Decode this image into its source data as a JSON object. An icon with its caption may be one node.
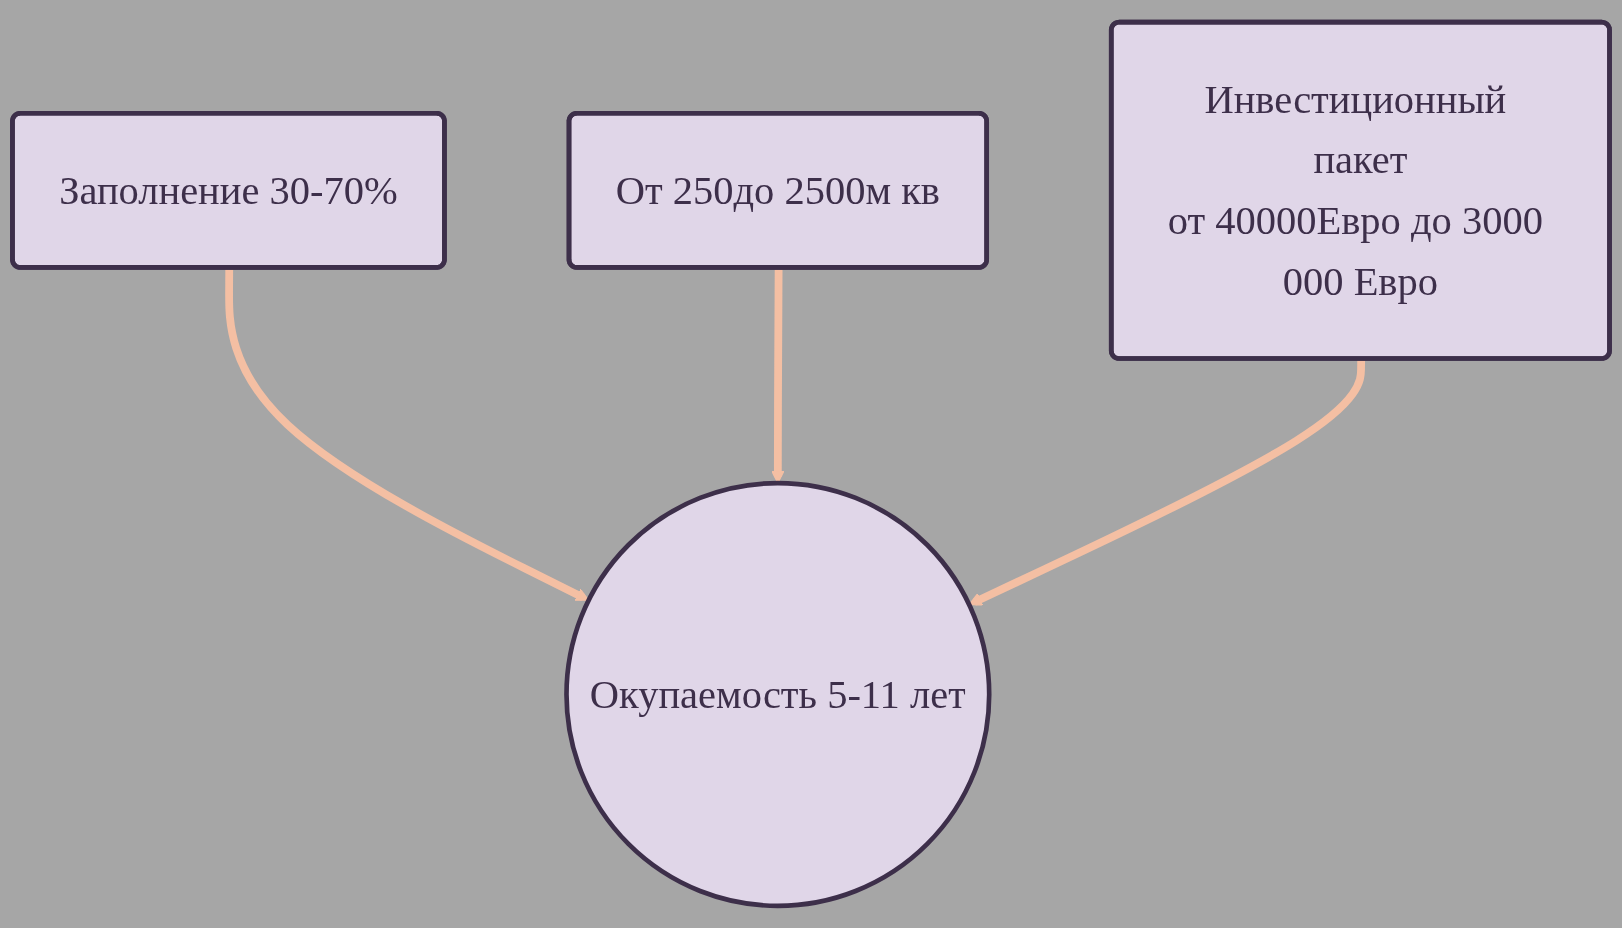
{
  "diagram": {
    "nodes": [
      {
        "text": [
          "Заполнение 30-70%"
        ]
      },
      {
        "text": [
          "От 250до 2500м кв"
        ]
      },
      {
        "text": [
          "Инвестиционный пакет",
          "от 40000Евро до 3000 000 Евро"
        ]
      },
      {
        "text": [
          "Окупаемость 5-11 лет"
        ]
      }
    ],
    "edges": [
      {
        "from": 0,
        "to": 3,
        "arrow": "to"
      },
      {
        "from": 1,
        "to": 3,
        "arrow": "to"
      },
      {
        "from": 2,
        "to": 3,
        "arrow": "to"
      }
    ]
  }
}
